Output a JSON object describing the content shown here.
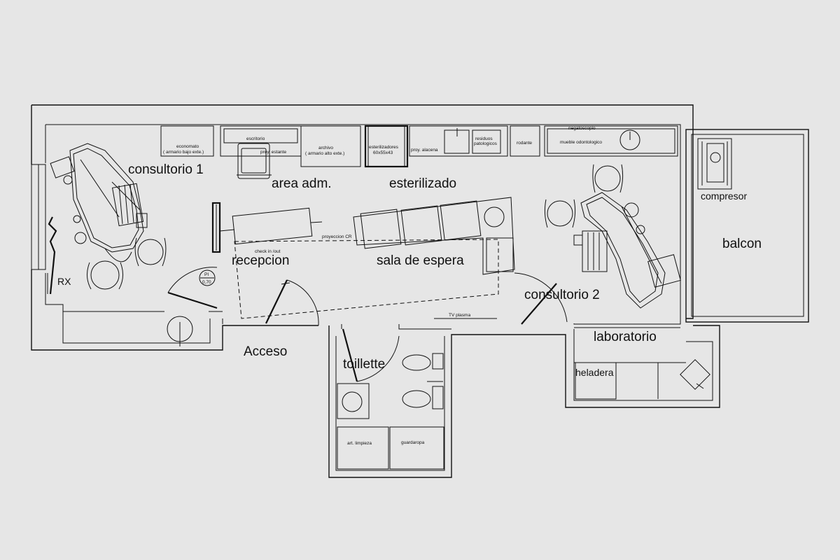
{
  "rooms": {
    "consultorio_1": "consultorio 1",
    "area_adm": "area adm.",
    "esterilizado": "esterilizado",
    "recepcion": "recepcion",
    "sala_de_espera": "sala de espera",
    "consultorio_2": "consultorio 2",
    "balcon": "balcon",
    "laboratorio": "laboratorio",
    "acceso": "Acceso",
    "toillette": "toillette"
  },
  "furniture": {
    "economato_1": "economato",
    "economato_2": "( armario bajo exte.)",
    "escritorio": "escritorio",
    "proy_estante": "proy. estante",
    "archivo_1": "archivo",
    "archivo_2": "( armario alto exte.)",
    "esterilizadores_1": "esterilizadores",
    "esterilizadores_2": "60x55x43",
    "proy_alacena": "proy. alacena",
    "residuos_1": "residuos",
    "residuos_2": "patologicos",
    "rodante": "rodante",
    "negatoscopio": "negatoscopio",
    "mueble_odontologico": "mueble odontologico",
    "compresor": "compresor",
    "heladera": "heladera",
    "rx": "RX",
    "check_in_out": "check in /out",
    "proyeccion_cr": "proyeccion CR",
    "tv_plasma": "TV plasma",
    "art_limpieza": "art. limpieza",
    "guardaropa": "guardaropa",
    "pi_1": "PI",
    "pi_2": "0,70"
  }
}
